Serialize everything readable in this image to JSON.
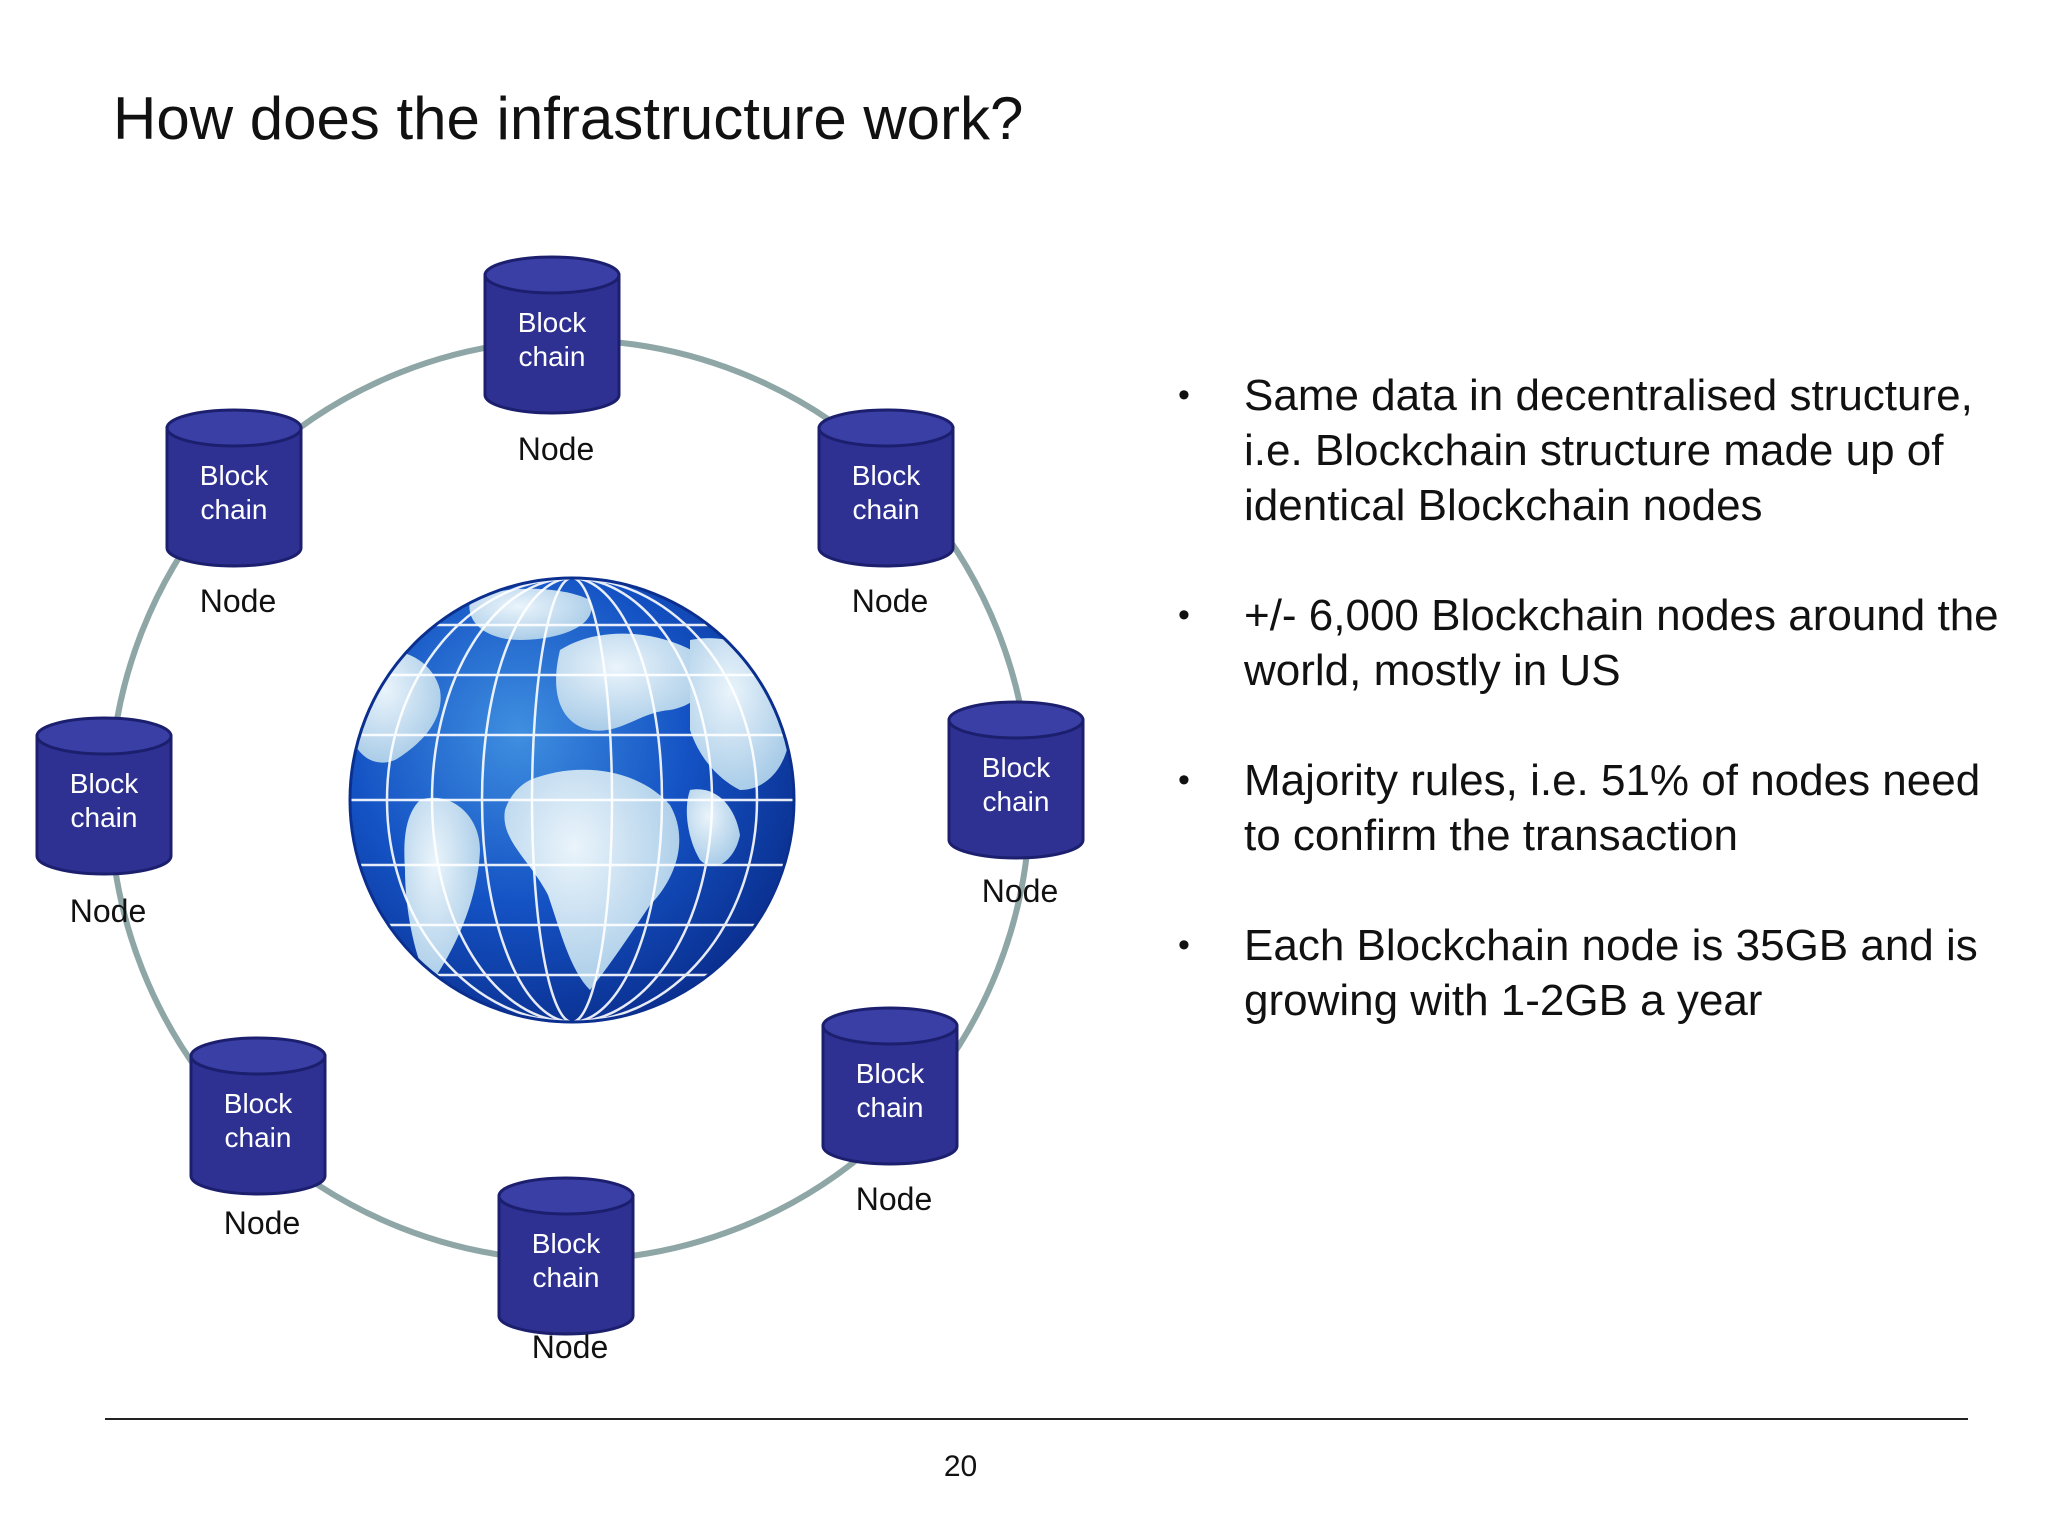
{
  "slide": {
    "title": "How does the infrastructure work?",
    "page_number": "20"
  },
  "diagram": {
    "cylinder_label_line1": "Block",
    "cylinder_label_line2": "chain",
    "node_label": "Node",
    "colors": {
      "cylinder_fill": "#2e3192",
      "cylinder_top": "#3a3fa6",
      "cylinder_outline": "#1c1f6e",
      "ring": "#8fa6a6",
      "globe_dark": "#0b3ca8",
      "globe_light": "#cfe3f3"
    },
    "nodes": [
      {
        "id": "top",
        "line1": "Block",
        "line2": "chain",
        "label": "Node"
      },
      {
        "id": "top-right",
        "line1": "Block",
        "line2": "chain",
        "label": "Node"
      },
      {
        "id": "right",
        "line1": "Block",
        "line2": "chain",
        "label": "Node"
      },
      {
        "id": "bottom-right",
        "line1": "Block",
        "line2": "chain",
        "label": "Node"
      },
      {
        "id": "bottom",
        "line1": "Block",
        "line2": "chain",
        "label": "Node"
      },
      {
        "id": "bottom-left",
        "line1": "Block",
        "line2": "chain",
        "label": "Node"
      },
      {
        "id": "left",
        "line1": "Block",
        "line2": "chain",
        "label": "Node"
      },
      {
        "id": "top-left",
        "line1": "Block",
        "line2": "chain",
        "label": "Node"
      }
    ]
  },
  "bullets": [
    "Same data in decentralised structure, i.e. Blockchain structure made up of identical Blockchain nodes",
    "+/- 6,000 Blockchain nodes around the world, mostly in US",
    "Majority rules, i.e. 51% of nodes need to confirm the transaction",
    "Each Blockchain node is 35GB and is growing with 1-2GB a year"
  ]
}
